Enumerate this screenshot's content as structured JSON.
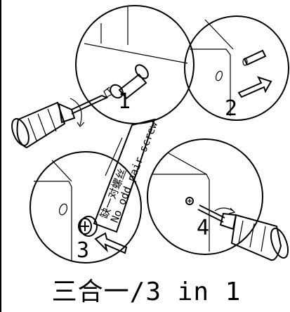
{
  "steps": [
    {
      "number": "1"
    },
    {
      "number": "2"
    },
    {
      "number": "3"
    },
    {
      "number": "4"
    }
  ],
  "banner": {
    "chinese": "缺一对螺丝",
    "english": "No odd pair screw"
  },
  "caption": "三合一/3 in 1"
}
